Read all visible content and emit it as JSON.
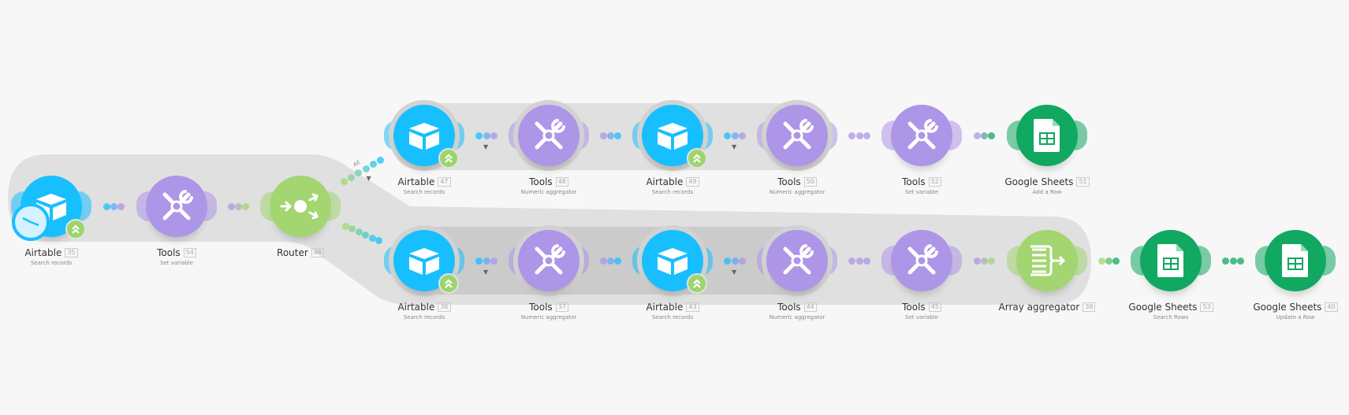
{
  "colors": {
    "airtable": "#18bfff",
    "tools": "#ad95e8",
    "router": "#a3d571",
    "sheets": "#11a862",
    "badge": "#9dd46d"
  },
  "route_label": "All",
  "nodes": [
    {
      "id": "35",
      "app": "Airtable",
      "num": "35",
      "sub": "Search records",
      "kind": "airtable",
      "trigger": true,
      "badge": true
    },
    {
      "id": "54",
      "app": "Tools",
      "num": "54",
      "sub": "Set variable",
      "kind": "tools"
    },
    {
      "id": "46",
      "app": "Router",
      "num": "46",
      "sub": "",
      "kind": "router"
    },
    {
      "id": "47",
      "app": "Airtable",
      "num": "47",
      "sub": "Search records",
      "kind": "airtable",
      "badge": true,
      "ring": true
    },
    {
      "id": "48",
      "app": "Tools",
      "num": "48",
      "sub": "Numeric aggregator",
      "kind": "tools",
      "ring": true
    },
    {
      "id": "49",
      "app": "Airtable",
      "num": "49",
      "sub": "Search records",
      "kind": "airtable",
      "badge": true,
      "ring": true
    },
    {
      "id": "50",
      "app": "Tools",
      "num": "50",
      "sub": "Numeric aggregator",
      "kind": "tools",
      "ring": true
    },
    {
      "id": "52",
      "app": "Tools",
      "num": "52",
      "sub": "Set variable",
      "kind": "tools"
    },
    {
      "id": "51",
      "app": "Google Sheets",
      "num": "51",
      "sub": "Add a Row",
      "kind": "sheets"
    },
    {
      "id": "36",
      "app": "Airtable",
      "num": "36",
      "sub": "Search records",
      "kind": "airtable",
      "badge": true,
      "ring": true
    },
    {
      "id": "37",
      "app": "Tools",
      "num": "37",
      "sub": "Numeric aggregator",
      "kind": "tools",
      "ring": true
    },
    {
      "id": "43",
      "app": "Airtable",
      "num": "43",
      "sub": "Search records",
      "kind": "airtable",
      "badge": true,
      "ring": true
    },
    {
      "id": "44",
      "app": "Tools",
      "num": "44",
      "sub": "Numeric aggregator",
      "kind": "tools",
      "ring": true
    },
    {
      "id": "45",
      "app": "Tools",
      "num": "45",
      "sub": "Set variable",
      "kind": "tools"
    },
    {
      "id": "38",
      "app": "Array aggregator",
      "num": "38",
      "sub": "",
      "kind": "aggregator"
    },
    {
      "id": "53",
      "app": "Google Sheets",
      "num": "53",
      "sub": "Search Rows",
      "kind": "sheets"
    },
    {
      "id": "40",
      "app": "Google Sheets",
      "num": "40",
      "sub": "Update a Row",
      "kind": "sheets"
    }
  ],
  "links": [
    {
      "from": "35",
      "to": "54"
    },
    {
      "from": "54",
      "to": "46"
    },
    {
      "from": "46",
      "to": "47",
      "filter": true,
      "label": true
    },
    {
      "from": "46",
      "to": "36"
    },
    {
      "from": "47",
      "to": "48",
      "filter": true
    },
    {
      "from": "48",
      "to": "49"
    },
    {
      "from": "49",
      "to": "50",
      "filter": true
    },
    {
      "from": "50",
      "to": "52"
    },
    {
      "from": "52",
      "to": "51"
    },
    {
      "from": "36",
      "to": "37",
      "filter": true
    },
    {
      "from": "37",
      "to": "43"
    },
    {
      "from": "43",
      "to": "44",
      "filter": true
    },
    {
      "from": "44",
      "to": "45"
    },
    {
      "from": "45",
      "to": "38"
    },
    {
      "from": "38",
      "to": "53"
    },
    {
      "from": "53",
      "to": "40"
    }
  ]
}
